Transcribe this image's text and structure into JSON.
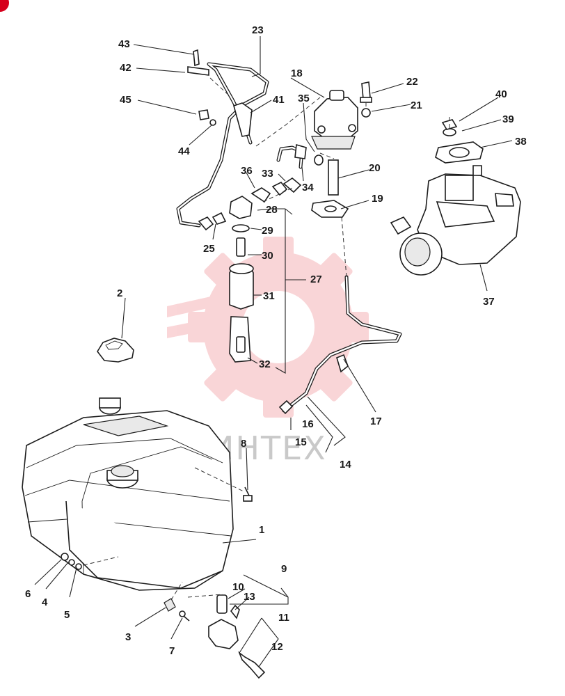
{
  "watermark": {
    "text": "ИНТЕХ",
    "color": "#e8454d"
  },
  "corner_badge": {
    "color": "#d6001c"
  },
  "callouts": [
    "1",
    "2",
    "3",
    "4",
    "5",
    "6",
    "7",
    "8",
    "9",
    "10",
    "11",
    "12",
    "13",
    "14",
    "15",
    "16",
    "17",
    "18",
    "19",
    "20",
    "21",
    "22",
    "23",
    "25",
    "27",
    "28",
    "29",
    "30",
    "31",
    "32",
    "33",
    "34",
    "35",
    "36",
    "37",
    "38",
    "39",
    "40",
    "41",
    "42",
    "43",
    "44",
    "45"
  ]
}
